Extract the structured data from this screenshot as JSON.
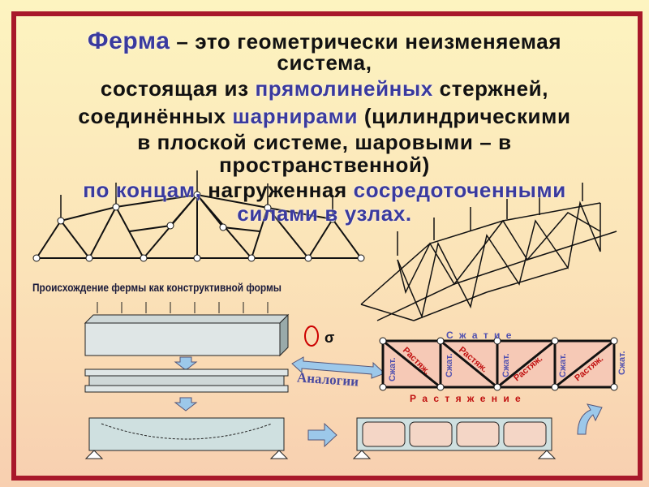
{
  "definition": {
    "term": "Ферма",
    "line1_rest": " – это геометрически неизменяемая",
    "line2": "система,",
    "line3_a": "состоящая из ",
    "line3_hl": "прямолинейных",
    "line3_b": " стержней,",
    "line4_a": "соединённых ",
    "line4_hl": "шарнирами",
    "line4_b": " (цилиндрическими",
    "line5": "в плоской системе, шаровыми – в",
    "line6": "пространственной)",
    "line7_hl1": "по концам,",
    "line7_b": " нагруженная ",
    "line7_hl2": "сосредоточенными",
    "line8_hl": "силами в узлах."
  },
  "diagram": {
    "caption": "Происхождение фермы как конструктивной формы",
    "analogies": "Аналогии",
    "compression_top": "С ж а т и е",
    "tension_bottom": "Р а с т я ж е н и е",
    "compressed_label": "Сжат.",
    "tension_label": "Растяж.",
    "sigma": "σ"
  },
  "colors": {
    "border": "#a8182a",
    "highlight": "#3a3a9e",
    "tension": "#c01010",
    "compression": "#5050b0"
  }
}
